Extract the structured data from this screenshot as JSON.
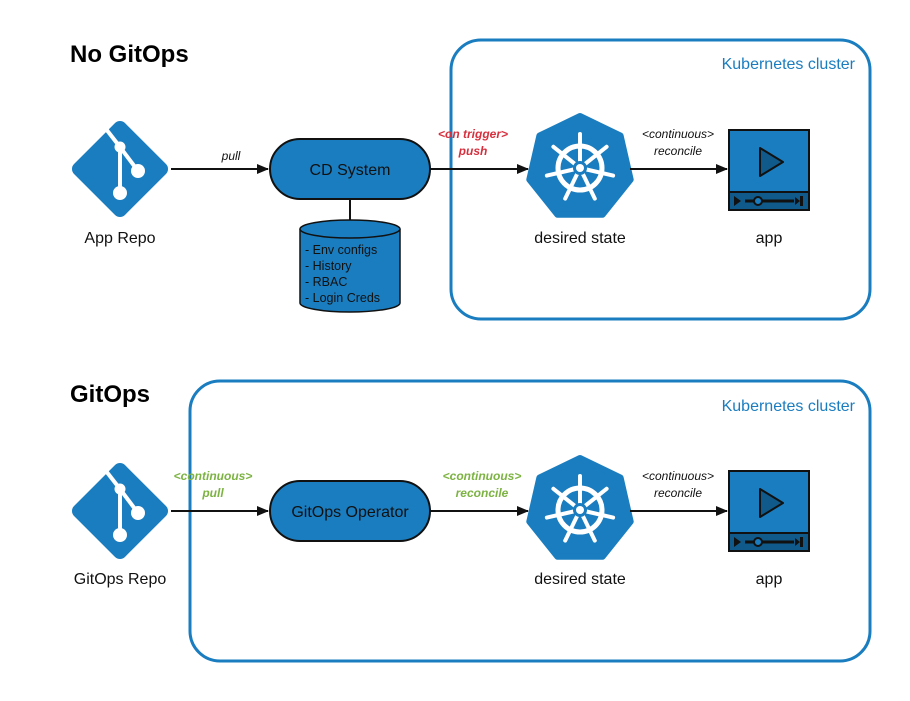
{
  "colors": {
    "primary_blue": "#1a7dbf",
    "icon_blue": "#1a7dbf",
    "dark_blue": "#0f5a8a",
    "outline": "#111111",
    "trigger_red": "#d6303e",
    "continuous_green": "#7cb342"
  },
  "sections": [
    {
      "title": "No GitOps",
      "cluster_label": "Kubernetes cluster",
      "repo_icon": "git-icon",
      "repo_label": "App Repo",
      "middle_node": "CD System",
      "database": {
        "icon": "database-icon",
        "items": [
          "- Env configs",
          "- History",
          "- RBAC",
          "- Login Creds"
        ]
      },
      "edges": [
        {
          "line1": "",
          "line2": "pull",
          "color": "default"
        },
        {
          "line1": "<on trigger>",
          "line2": "push",
          "color": "red"
        },
        {
          "line1": "<continuous>",
          "line2": "reconcile",
          "color": "default"
        }
      ],
      "state_icon": "kubernetes-helm-icon",
      "state_label": "desired state",
      "app_icon": "video-player-icon",
      "app_label": "app"
    },
    {
      "title": "GitOps",
      "cluster_label": "Kubernetes cluster",
      "repo_icon": "git-icon",
      "repo_label": "GitOps Repo",
      "middle_node": "GitOps Operator",
      "edges": [
        {
          "line1": "<continuous>",
          "line2": "pull",
          "color": "green"
        },
        {
          "line1": "<continuous>",
          "line2": "reconcile",
          "color": "green"
        },
        {
          "line1": "<continuous>",
          "line2": "reconcile",
          "color": "default"
        }
      ],
      "state_icon": "kubernetes-helm-icon",
      "state_label": "desired state",
      "app_icon": "video-player-icon",
      "app_label": "app"
    }
  ]
}
